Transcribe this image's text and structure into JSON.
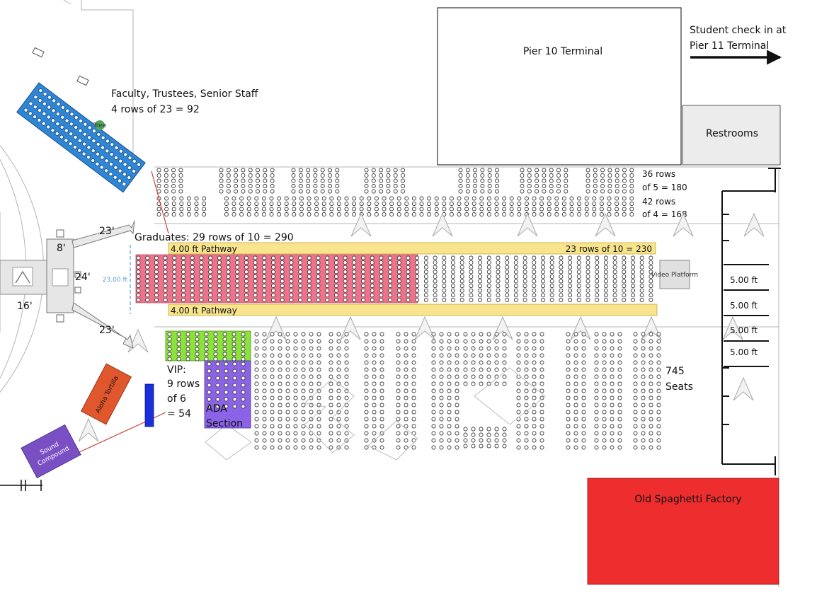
{
  "labels": {
    "pier10": "Pier 10 Terminal",
    "checkin_line1": "Student check in at",
    "checkin_line2": "Pier 11 Terminal",
    "restrooms": "Restrooms",
    "faculty_line1": "Faculty, Trustees, Senior Staff",
    "faculty_line2": "4 rows of 23 = 92",
    "tree": "Tree",
    "rows36_line1": "36 rows",
    "rows36_line2": "of 5 = 180",
    "rows42_line1": "42 rows",
    "rows42_line2": "of 4 = 168",
    "graduates": "Graduates: 29 rows of 10 = 290",
    "pathway_top": "4.00 ft Pathway",
    "pathway_bottom": "4.00 ft Pathway",
    "rows23": "23 rows of 10 = 230",
    "video_platform": "Video Platform",
    "width_23": "23.00 ft",
    "dim_23_top": "23'",
    "dim_23_bottom": "23'",
    "dim_8": "8'",
    "dim_24": "24'",
    "dim_16": "16'",
    "vip_lines": [
      "VIP:",
      "9 rows",
      "of 6",
      "= 54"
    ],
    "ada_line1": "ADA",
    "ada_line2": "Section",
    "seats745_line1": "745",
    "seats745_line2": "Seats",
    "ft5": [
      "5.00 ft",
      "5.00 ft",
      "5.00 ft",
      "5.00 ft"
    ],
    "aloha": "Aloha Tortilla",
    "sound_line1": "Sound",
    "sound_line2": "Compound",
    "old_spaghetti": "Old Spaghetti Factory"
  },
  "colors": {
    "faculty_section": "#2f86d4",
    "graduates_section": "#f0728a",
    "pathway": "#f7e48d",
    "vip_section": "#8be33a",
    "ada_section": "#8a63e6",
    "aloha": "#e0572d",
    "sound_compound": "#7b4fc4",
    "old_spaghetti": "#ee2e2e",
    "restrooms": "#ececec",
    "blue_marker": "#1b2fd9"
  }
}
